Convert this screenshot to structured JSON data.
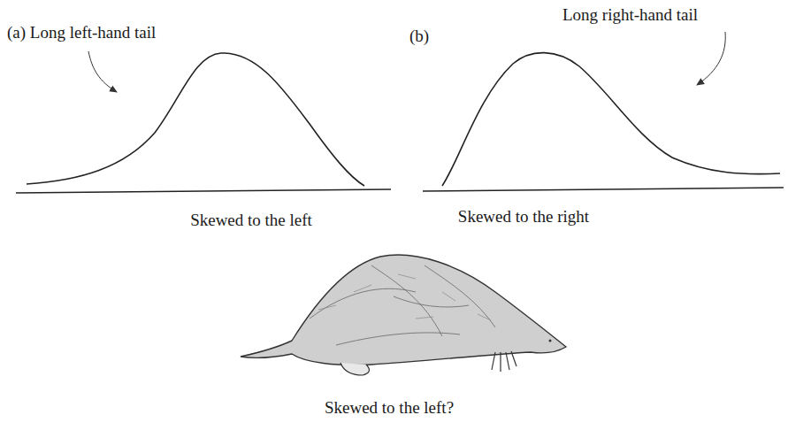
{
  "diagram": {
    "labels": [
      "(a) Long left-hand tail",
      "(b)",
      "Long right-hand tail",
      "Skewed to the left",
      "Skewed to the right",
      "Skewed to the left?"
    ]
  }
}
